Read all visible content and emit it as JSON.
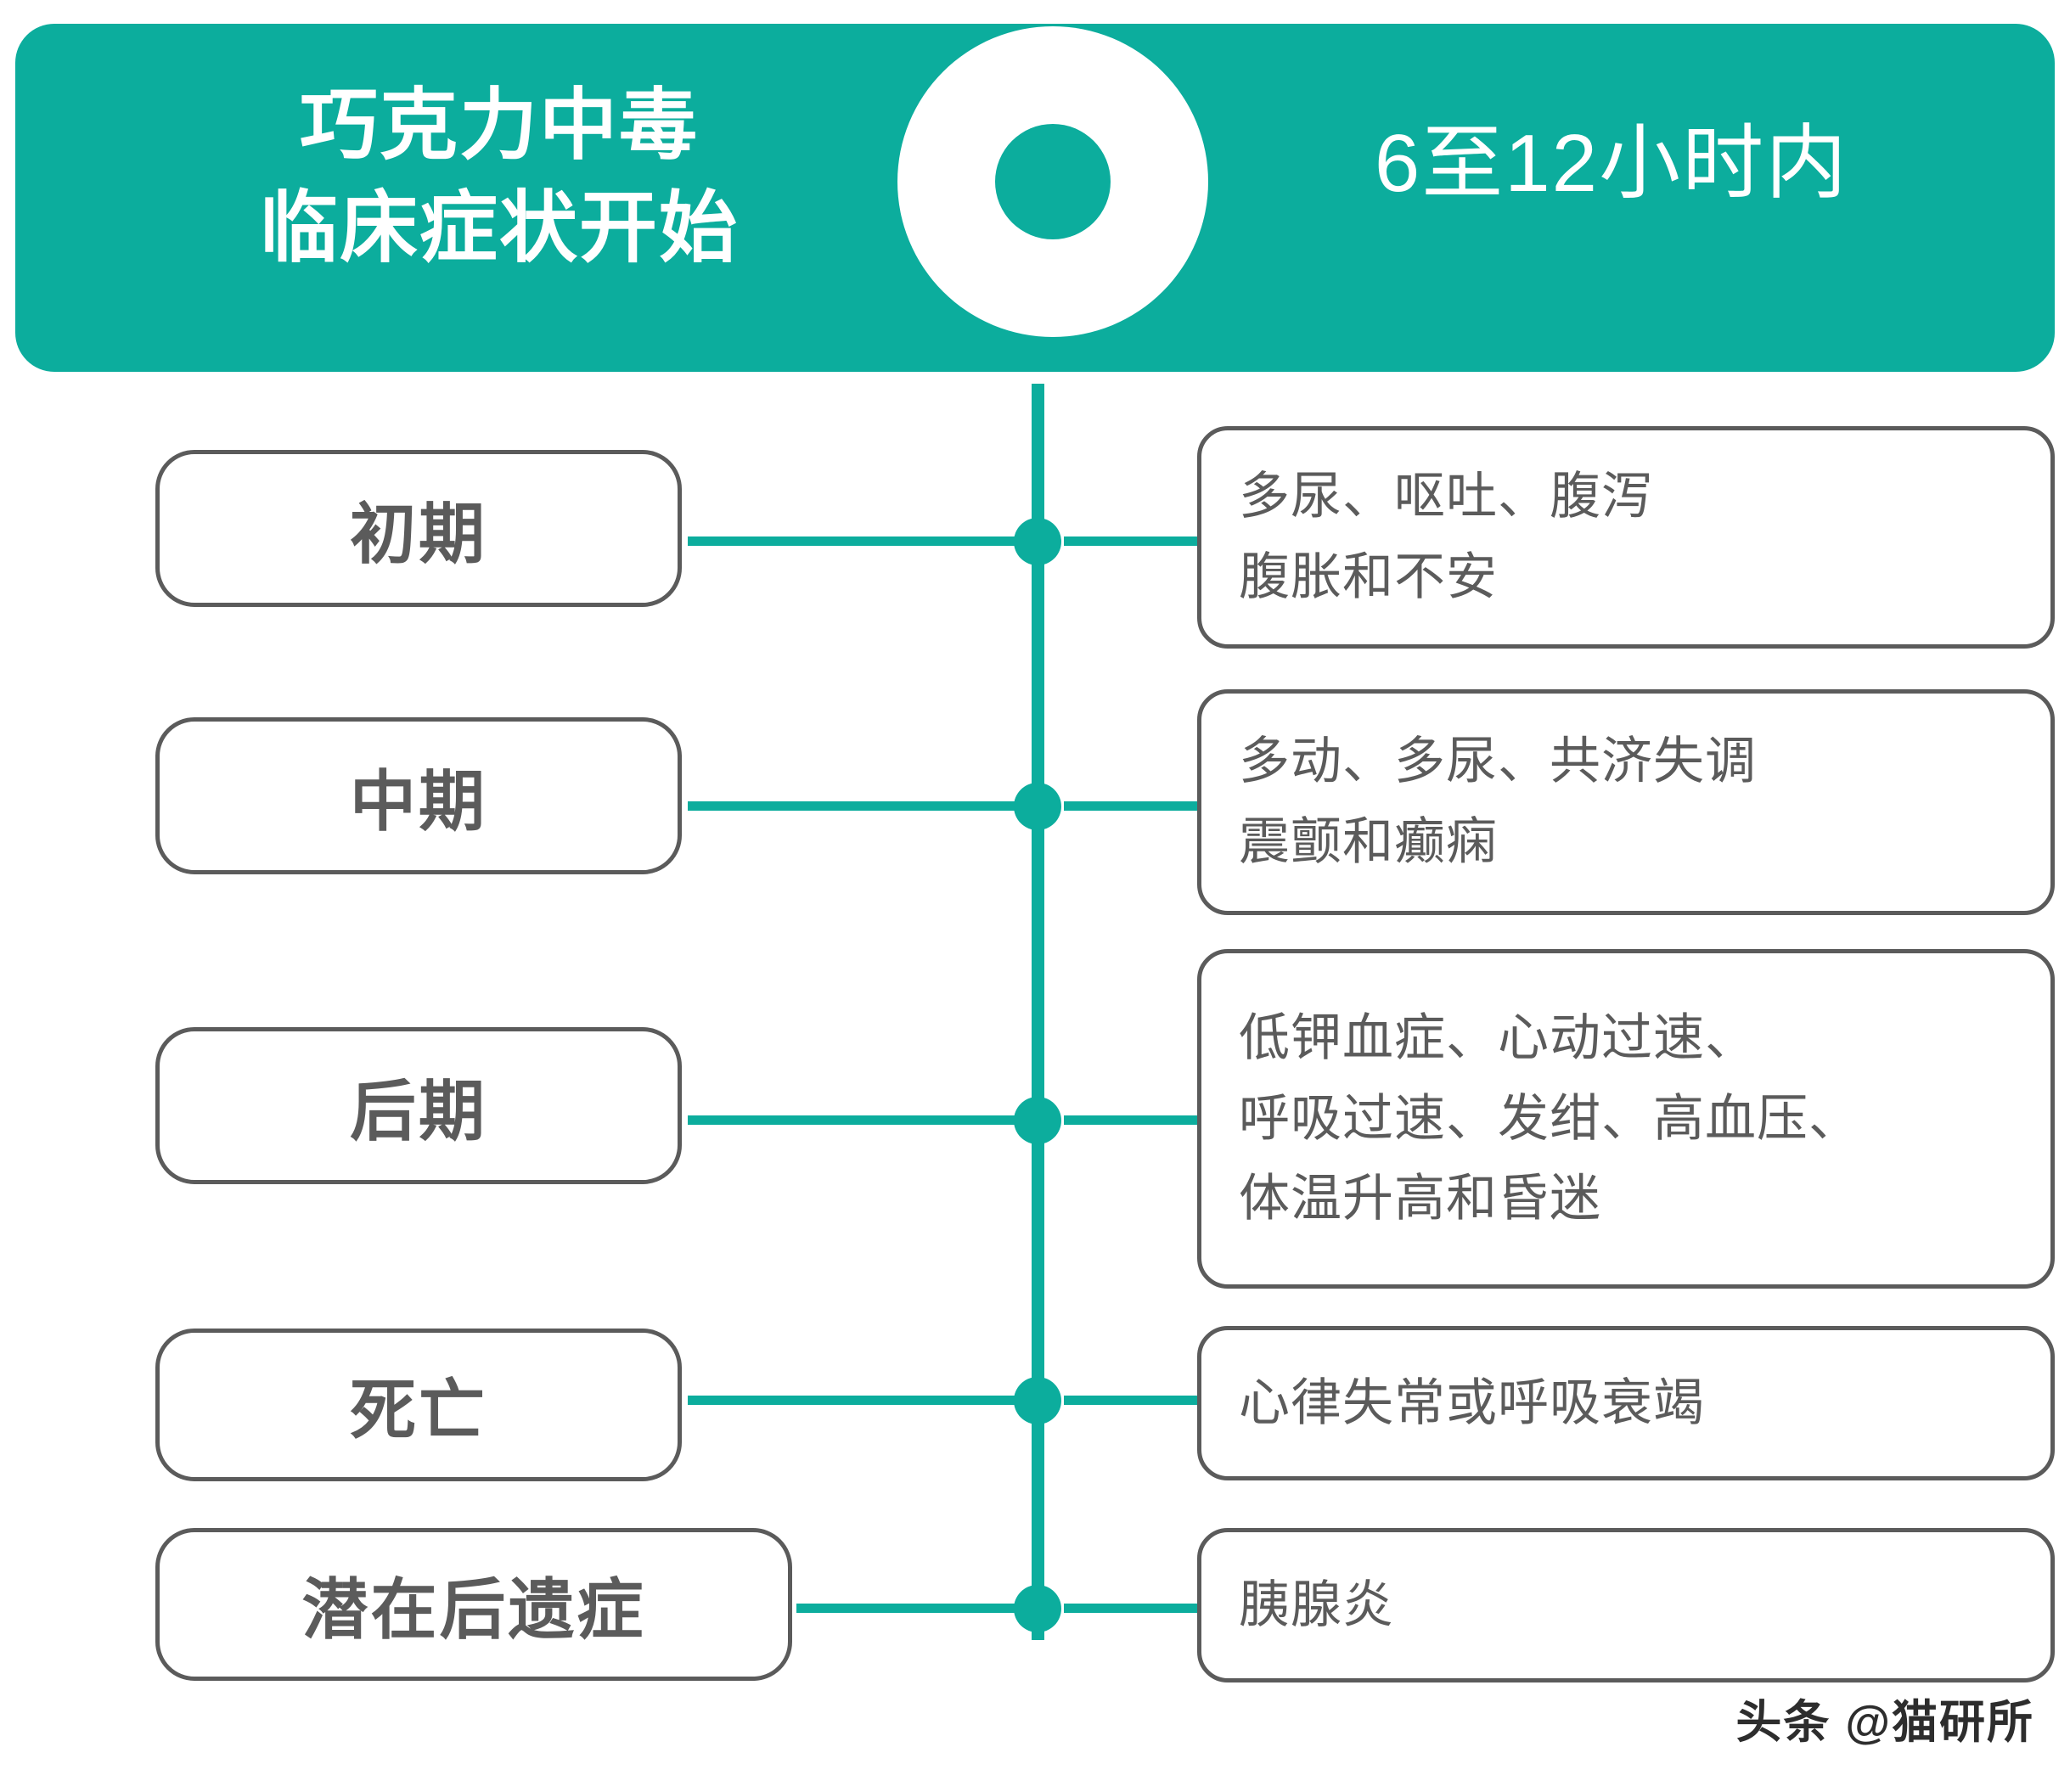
{
  "colors": {
    "teal": "#0cad9d",
    "box_border": "#5b5b5b",
    "text_gray": "#5b5b5b",
    "background": "#ffffff",
    "header_text": "#ffffff"
  },
  "header": {
    "title_line1": "巧克力中毒",
    "title_line2": "临床症状开始",
    "timeframe": "6至12小时内"
  },
  "timeline": {
    "rows": [
      {
        "stage": "初期",
        "symptom_lines": [
          "多尿、呕吐、腹泻",
          "腹胀和不安"
        ]
      },
      {
        "stage": "中期",
        "symptom_lines": [
          "多动、多尿、共济失调",
          "震颤和癫痫"
        ]
      },
      {
        "stage": "后期",
        "symptom_lines": [
          "低钾血症、心动过速、",
          "呼吸过速、发绀、高血压、",
          "体温升高和昏迷"
        ]
      },
      {
        "stage": "死亡",
        "symptom_lines": [
          "心律失常或呼吸衰竭"
        ]
      },
      {
        "stage": "潜在后遗症",
        "symptom_lines": [
          "胰腺炎"
        ]
      }
    ]
  },
  "watermark": {
    "text": "头条 @猫研所"
  }
}
